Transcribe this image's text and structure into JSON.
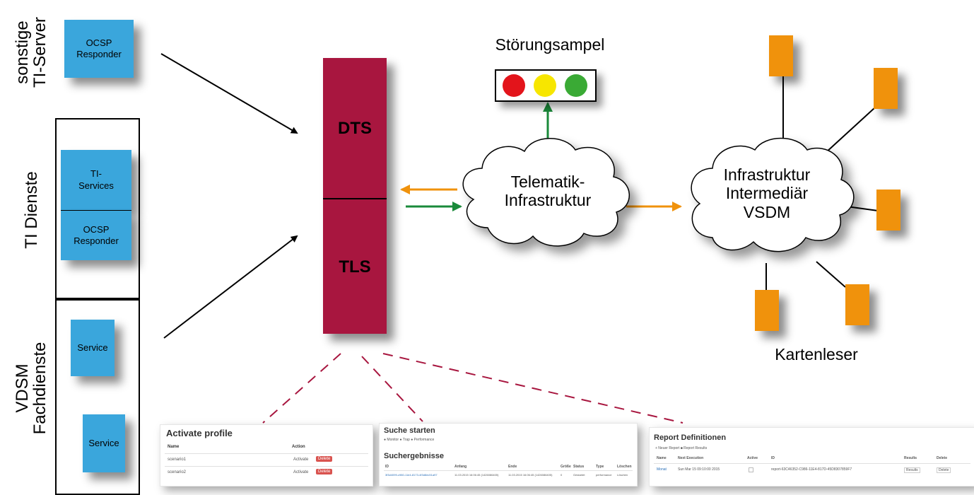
{
  "labels": {
    "sonstige": "sonstige\nTI-Server",
    "ti_dienste": "TI Dienste",
    "vdsm": "VDSM\nFachdienste",
    "stoerungsampel": "Störungsampel",
    "telematik": "Telematik-\nInfrastruktur",
    "infrastruktur": "Infrastruktur\nIntermediär\nVSDM",
    "kartenleser": "Kartenleser",
    "dts": "DTS",
    "tls": "TLS"
  },
  "boxes": {
    "ocsp_top": "OCSP\nResponder",
    "ti_services": "TI-\nServices",
    "ocsp_mid": "OCSP\nResponder",
    "service1": "Service",
    "service2": "Service"
  },
  "colors": {
    "box_blue": "#3aa6dc",
    "dts_tls": "#a8163f",
    "orange": "#f0920c",
    "green": "#1a8a3a",
    "light_red": "#e3141b",
    "light_yellow": "#f7e600",
    "light_green": "#3aaa35"
  },
  "thumbs": {
    "activate": {
      "title": "Activate profile",
      "col_name": "Name",
      "col_action": "Action",
      "rows": [
        {
          "name": "scenario1",
          "activate": "Activate",
          "delete": "Delete"
        },
        {
          "name": "scenario2",
          "activate": "Activate",
          "delete": "Delete"
        }
      ]
    },
    "suche": {
      "title": "Suche starten",
      "subtitle": "Suchergebnisse",
      "filters": "● Monitor  ● Trap  ● Performance",
      "cols": [
        "ID",
        "Anfang",
        "Ende",
        "Größe",
        "Status",
        "Type",
        "Löschen"
      ],
      "row": [
        "3f3d4099-c980-11e4-8173-4f3d8ec51a97",
        "11.03.2015 16:06:45 (1426086405)",
        "11.03.2015 16:06:45 (1426086405)",
        "0",
        "Gestartet",
        "performance",
        "Löschen"
      ]
    },
    "report": {
      "title": "Report Definitionen",
      "buttons": "+ Neuer Report   ■ Report Results",
      "cols": [
        "Name",
        "Next Execution",
        "Active",
        "ID",
        "Results",
        "Delete"
      ],
      "row": [
        "Monat",
        "Sun Mar 15 09:10:00 2015",
        "",
        "report-63C46352-C986-11E4-817D-45D8307859F7",
        "Results",
        "Delete"
      ]
    }
  }
}
